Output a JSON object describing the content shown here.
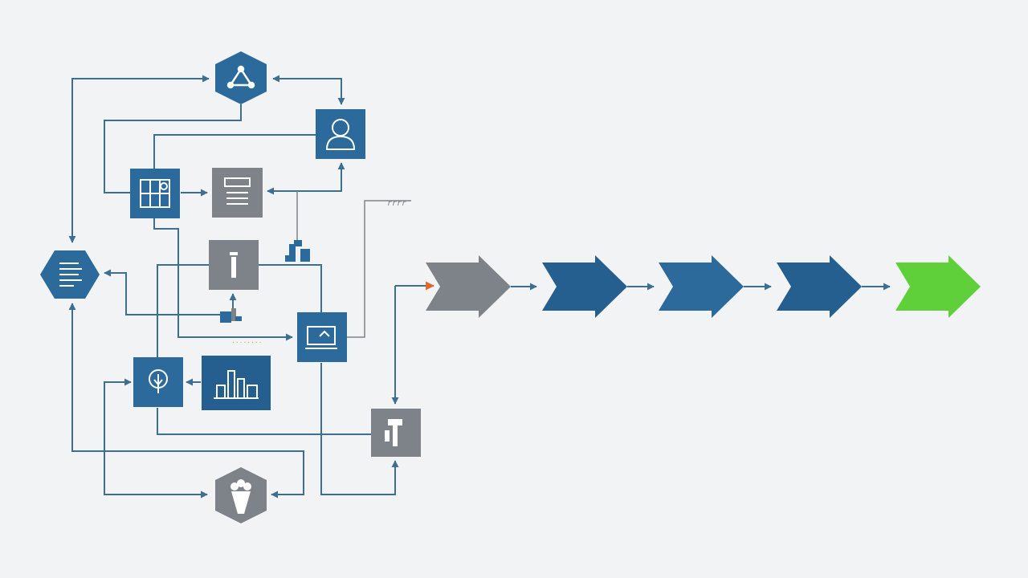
{
  "colors": {
    "background": "#f2f3f4",
    "primary_blue": "#2b6a9a",
    "dark_blue": "#255f8f",
    "gray": "#7d8389",
    "green": "#5fcf3a",
    "connector": "#3d6f93",
    "accent_arrowhead": "#e0662a"
  },
  "nodes": [
    {
      "id": "top-hexagon",
      "shape": "hexagon",
      "fill": "primary_blue",
      "icon": "recycle-triangle-icon"
    },
    {
      "id": "user-box",
      "shape": "square",
      "fill": "primary_blue",
      "icon": "user-icon"
    },
    {
      "id": "grid-panel",
      "shape": "square",
      "fill": "primary_blue",
      "icon": "grid-panel-icon"
    },
    {
      "id": "stack-box",
      "shape": "square",
      "fill": "gray",
      "icon": "server-stack-icon"
    },
    {
      "id": "info-box",
      "shape": "square",
      "fill": "gray",
      "icon": "info-icon"
    },
    {
      "id": "left-hexagon",
      "shape": "hexagon",
      "fill": "primary_blue",
      "icon": "document-list-icon"
    },
    {
      "id": "monitor-box",
      "shape": "square",
      "fill": "primary_blue",
      "icon": "monitor-icon"
    },
    {
      "id": "location-box",
      "shape": "square",
      "fill": "primary_blue",
      "icon": "location-pin-icon"
    },
    {
      "id": "factory-box",
      "shape": "rectangle",
      "fill": "dark_blue",
      "icon": "factory-icon"
    },
    {
      "id": "tool-box",
      "shape": "square",
      "fill": "gray",
      "icon": "tool-icon"
    },
    {
      "id": "bottom-hexagon",
      "shape": "hexagon",
      "fill": "gray",
      "icon": "plant-cup-icon"
    }
  ],
  "pipeline": [
    {
      "id": "chevron-1",
      "fill": "gray"
    },
    {
      "id": "chevron-2",
      "fill": "dark_blue"
    },
    {
      "id": "chevron-3",
      "fill": "primary_blue"
    },
    {
      "id": "chevron-4",
      "fill": "dark_blue"
    },
    {
      "id": "chevron-5",
      "fill": "green"
    }
  ],
  "stray_text": [
    {
      "id": "callout-marks",
      "text": "rrrr"
    },
    {
      "id": "underline-marks",
      "text": "........"
    }
  ]
}
